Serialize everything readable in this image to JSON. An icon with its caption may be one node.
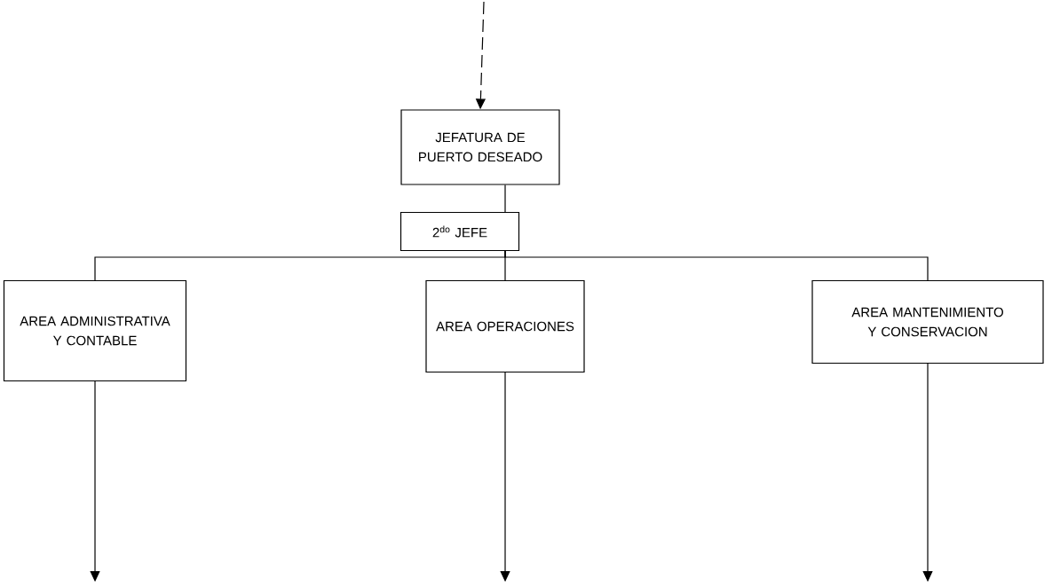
{
  "diagram": {
    "nodes": [
      {
        "text": [
          "JEFATURA DE PUERTO DESEADO"
        ]
      },
      {
        "text": [
          "2$^{do}$ JEFE"
        ]
      },
      {
        "text": [
          "AREA ADMINISTRATIVA Y CONTABLE"
        ]
      },
      {
        "text": [
          "AREA OPERACIONES"
        ]
      },
      {
        "text": [
          "AREA MANTENIMIENTO Y CONSERVACION"
        ]
      }
    ],
    "edges": [
      {
        "from": null,
        "to": 0,
        "arrow": "to",
        "style": "dashed"
      },
      {
        "from": 0,
        "to": 1,
        "arrow": "none"
      },
      {
        "from": 1,
        "to": 2,
        "arrow": "none"
      },
      {
        "from": 1,
        "to": 3,
        "arrow": "none"
      },
      {
        "from": 1,
        "to": 4,
        "arrow": "none"
      },
      {
        "from": 2,
        "to": null,
        "arrow": "to"
      },
      {
        "from": 3,
        "to": null,
        "arrow": "to"
      },
      {
        "from": 4,
        "to": null,
        "arrow": "to"
      }
    ]
  }
}
